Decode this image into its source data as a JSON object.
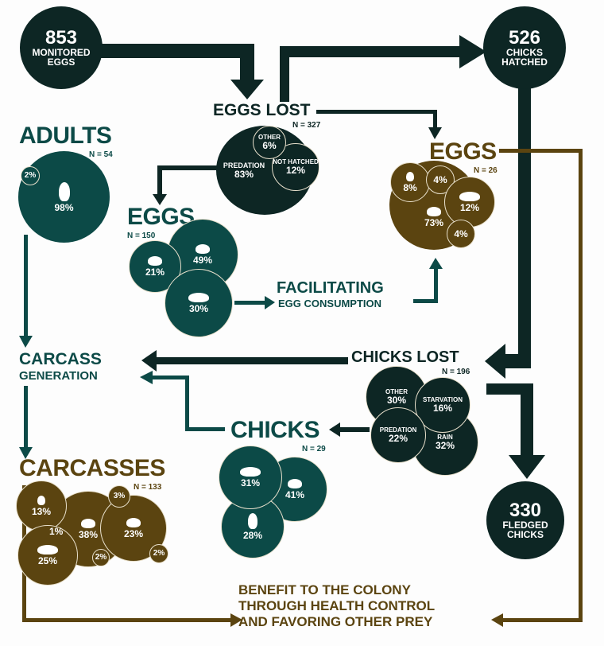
{
  "colors": {
    "dark": "#0d2624",
    "teal": "#0c4a47",
    "brown": "#5b4410"
  },
  "monitored": {
    "num": "853",
    "l1": "MONITORED",
    "l2": "EGGS"
  },
  "hatched": {
    "num": "526",
    "l1": "CHICKS",
    "l2": "HATCHED"
  },
  "fledged": {
    "num": "330",
    "l1": "FLEDGED",
    "l2": "CHICKS"
  },
  "eggs_lost": {
    "title": "EGGS LOST",
    "n": "N = 327",
    "predation_label": "PREDATION",
    "predation": "83%",
    "other_label": "OTHER",
    "other": "6%",
    "nh_label": "NOT HATCHED",
    "nh": "12%"
  },
  "adults": {
    "title": "ADULTS",
    "n": "N = 54",
    "dog": "2%",
    "cat": "98%"
  },
  "eggs_pred": {
    "title": "EGGS",
    "n": "N = 150",
    "owl": "21%",
    "gull": "49%",
    "armadillo": "30%"
  },
  "facilitating": {
    "l1": "FACILITATING",
    "l2": "EGG CONSUMPTION"
  },
  "eggs_cons": {
    "title": "EGGS",
    "n": "N = 26",
    "chick": "8%",
    "bird": "4%",
    "armadillo": "12%",
    "gull": "73%",
    "duck": "4%"
  },
  "carcass_gen": {
    "l1": "CARCASS",
    "l2": "GENERATION"
  },
  "chicks_lost": {
    "title": "CHICKS LOST",
    "n": "N = 196",
    "other_label": "OTHER",
    "other": "30%",
    "starv_label": "STARVATION",
    "starv": "16%",
    "pred_label": "PREDATION",
    "pred": "22%",
    "rain_label": "RAIN",
    "rain": "32%"
  },
  "chicks": {
    "title": "CHICKS",
    "n": "N = 29",
    "armadillo": "31%",
    "gull": "41%",
    "cat": "28%"
  },
  "carcasses": {
    "title": "CARCASSES",
    "n": "N = 133",
    "chick": "13%",
    "tern": "1%",
    "gull": "38%",
    "fox_small": "3%",
    "pigeon": "23%",
    "owl": "2%",
    "fox": "2%",
    "armadillo": "25%"
  },
  "benefit": {
    "l1": "BENEFIT TO THE COLONY",
    "l2": "THROUGH HEALTH CONTROL",
    "l3": "AND FAVORING OTHER PREY"
  }
}
